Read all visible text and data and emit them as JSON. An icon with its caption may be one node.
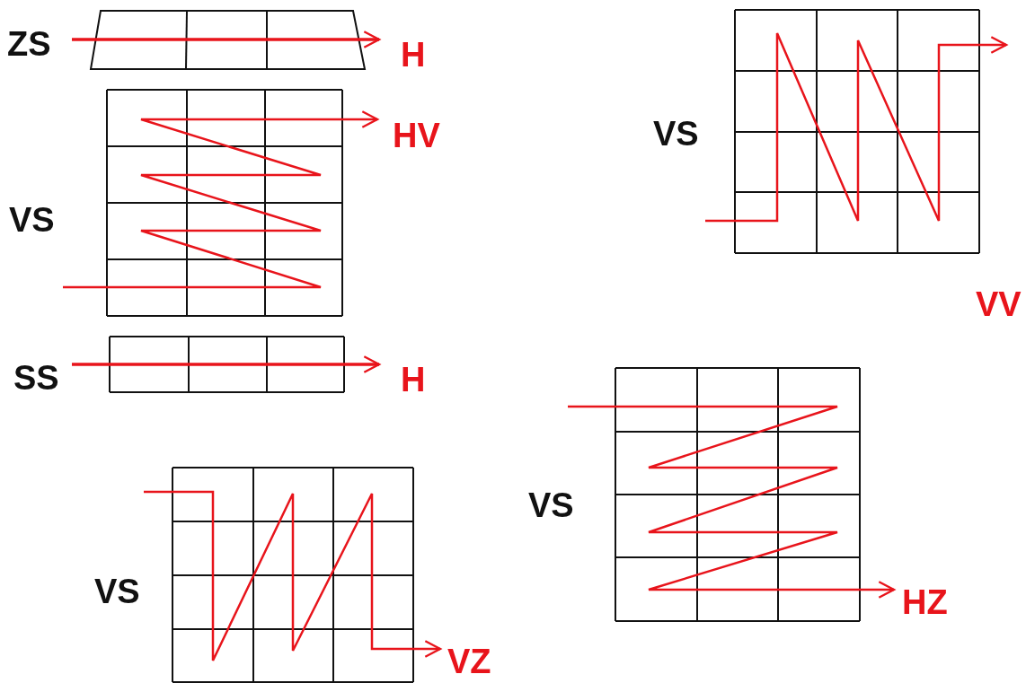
{
  "diagram": {
    "labels": [
      "ZS",
      "H",
      "VS",
      "HV",
      "VS",
      "VV",
      "SS",
      "H",
      "VS",
      "VS",
      "HZ",
      "VZ"
    ]
  }
}
